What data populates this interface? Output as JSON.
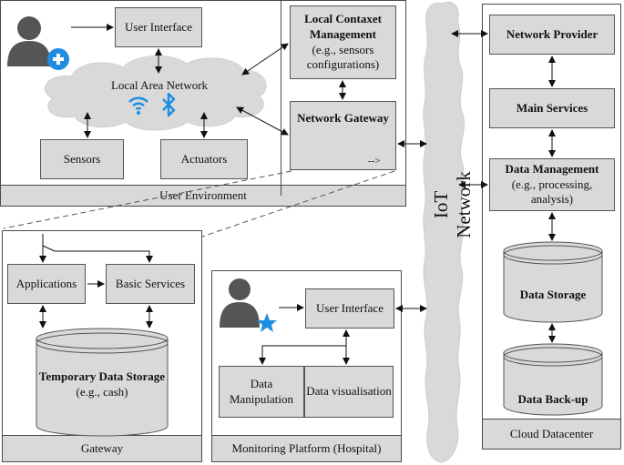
{
  "user_environment": {
    "footer": "User Environment",
    "user_interface": "User Interface",
    "lan": "Local  Area Network",
    "sensors": "Sensors",
    "actuators": "Actuators",
    "context_title": "Local Contaxet Management",
    "context_sub": "(e.g., sensors configurations)",
    "gateway_title": "Network Gateway",
    "gateway_arrow": "-->"
  },
  "iot_network": {
    "label": "IoT Network"
  },
  "cloud": {
    "footer": "Cloud Datacenter",
    "network_provider": "Network Provider",
    "main_services": "Main Services",
    "data_management_title": "Data Management",
    "data_management_sub": "(e.g., processing, analysis)",
    "data_storage": "Data Storage",
    "data_backup": "Data Back-up"
  },
  "gateway_panel": {
    "footer": "Gateway",
    "applications": "Applications",
    "basic_services": "Basic Services",
    "temp_storage_title": "Temporary Data Storage",
    "temp_storage_sub": "(e.g., cash)"
  },
  "monitoring": {
    "footer": "Monitoring Platform (Hospital)",
    "user_interface": "User Interface",
    "data_manipulation": "Data Manipulation",
    "data_visualisation": "Data visualisation"
  },
  "icons": [
    "user-add-icon",
    "user-star-icon",
    "wifi-icon",
    "bluetooth-icon"
  ],
  "colors": {
    "accent_blue": "#1e8fe0",
    "box_gray": "#d9d9d9",
    "user_gray": "#555555"
  }
}
